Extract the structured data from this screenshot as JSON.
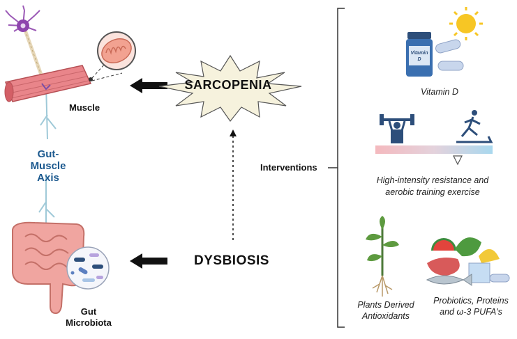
{
  "labels": {
    "muscle": "Muscle",
    "gut_muscle_axis": "Gut-\nMuscle\nAxis",
    "gut_microbiota": "Gut\nMicrobiota",
    "sarcopenia": "SARCOPENIA",
    "dysbiosis": "DYSBIOSIS",
    "interventions": "Interventions",
    "vitamin_d": "Vitamin D",
    "vitamin_bottle_text": "Vitamin D",
    "exercise": "High-intensity resistance and aerobic training exercise",
    "plants": "Plants Derived Antioxidants",
    "probiotics": "Probiotics, Proteins and ω-3 PUFA's"
  },
  "colors": {
    "axis_text": "#1d5a8f",
    "muscle": "#e9858a",
    "intestine": "#f0a5a0",
    "nerve": "#9fc9d8",
    "sun": "#f7c624",
    "star_fill": "#f6f2dd"
  },
  "icons": [
    "neuron-icon",
    "muscle-icon",
    "mitochondria-icon",
    "intestine-icon",
    "bacteria-icon",
    "sun-icon",
    "pill-bottle-icon",
    "capsule-icon",
    "weightlifter-icon",
    "treadmill-icon",
    "seesaw-icon",
    "plant-icon",
    "food-icon",
    "fish-icon"
  ]
}
